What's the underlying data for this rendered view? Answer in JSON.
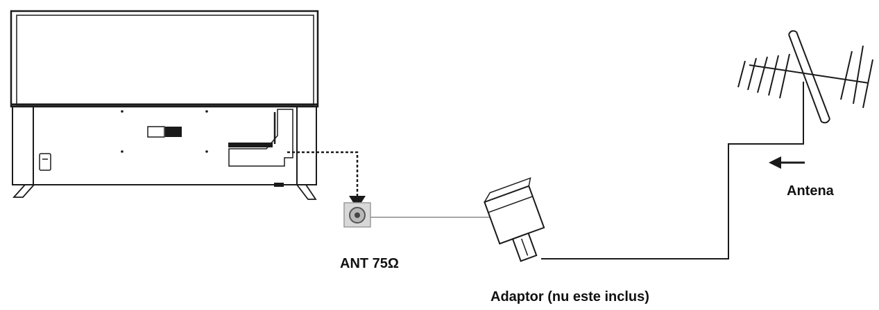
{
  "labels": {
    "ant_port": "ANT 75Ω",
    "antenna": "Antena",
    "adaptor": "Adaptor (nu este inclus)"
  },
  "colors": {
    "line": "#1a1a1a",
    "cable_gray": "#9a9a9a",
    "port_fill": "#d8d8d8"
  }
}
